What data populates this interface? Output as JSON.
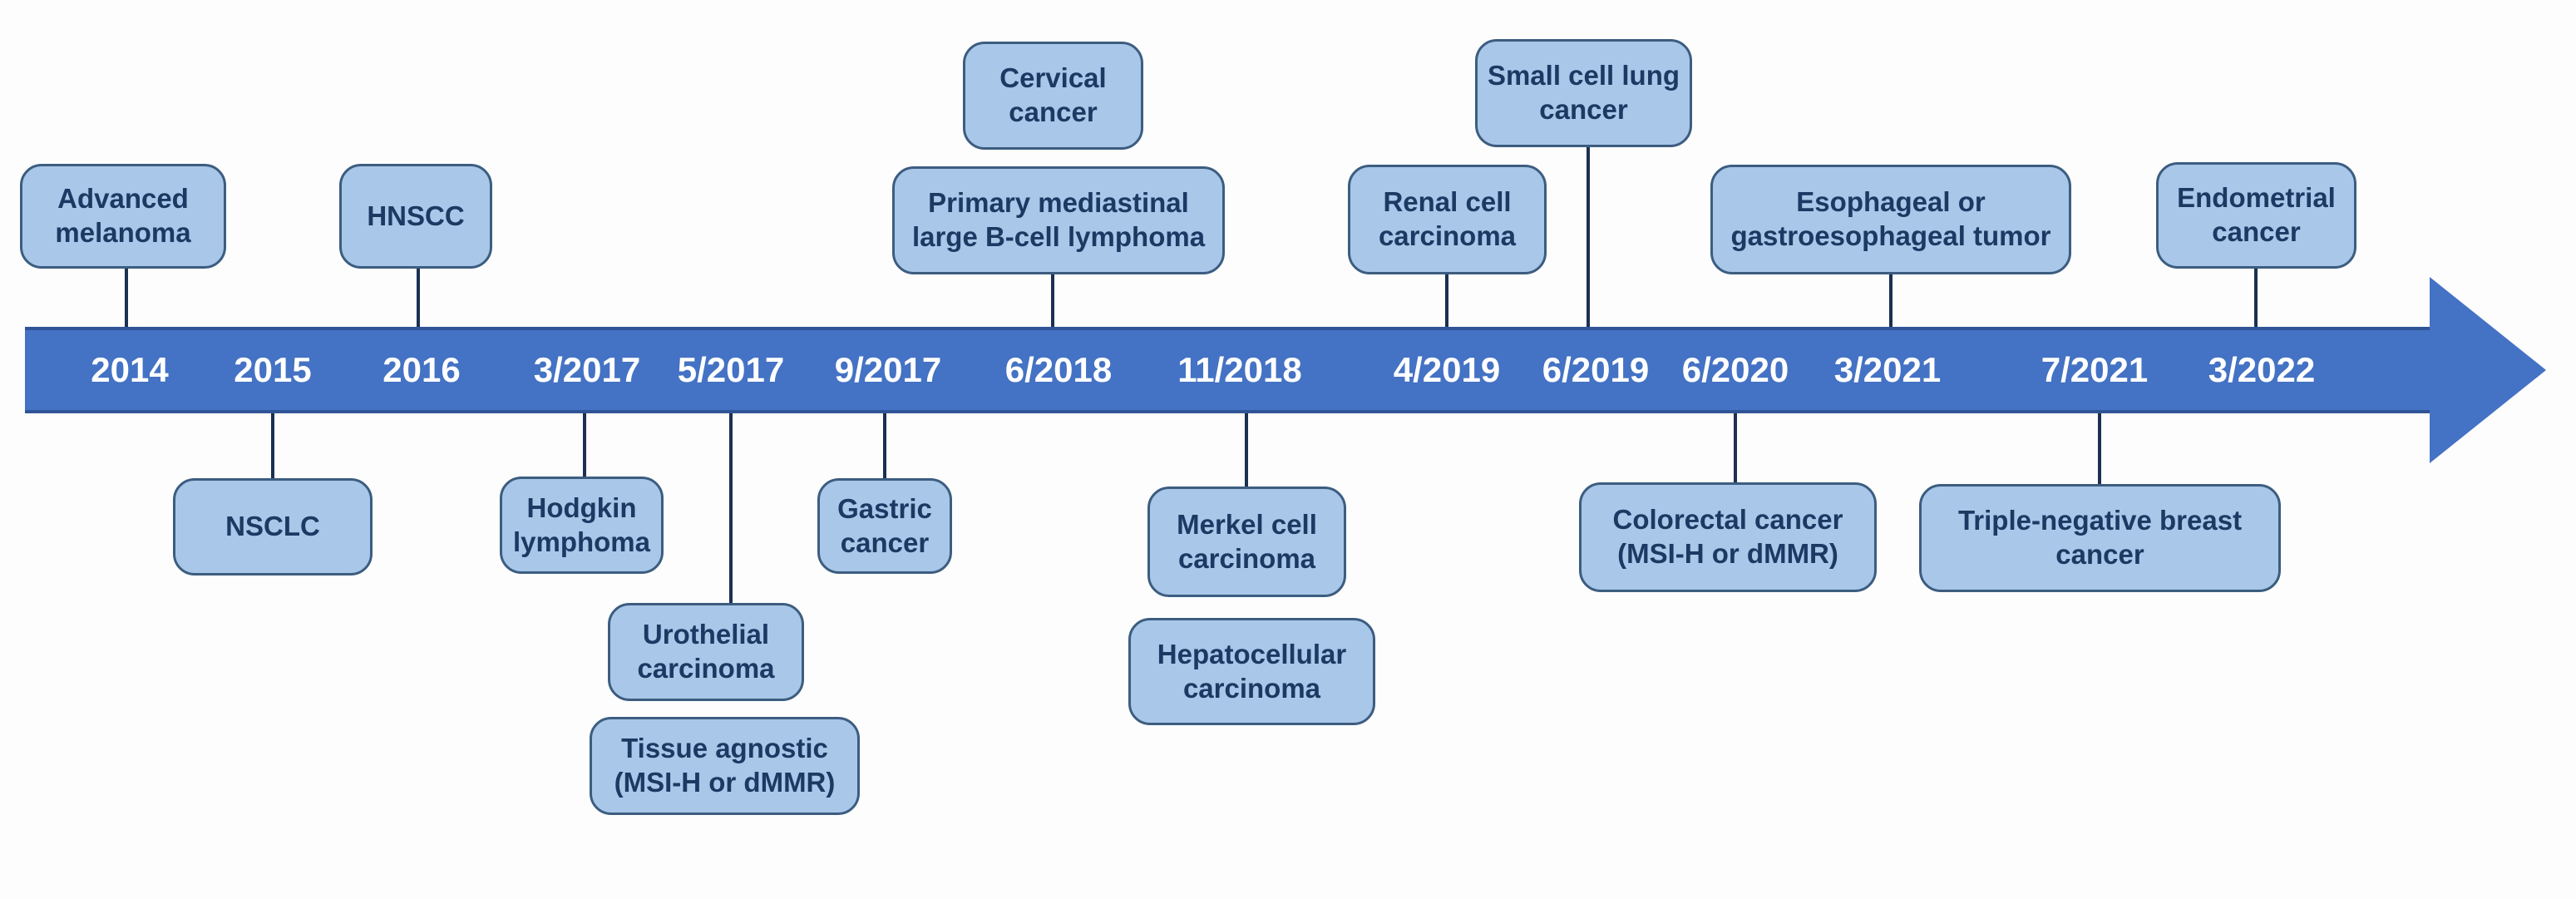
{
  "style": {
    "bar_fill": "#4472c4",
    "bar_border": "#2f5597",
    "box_fill": "#a9c7e8",
    "box_border": "#3c5d80",
    "box_text": "#1b3a63",
    "date_text": "#ffffff",
    "connector": "#1b3052",
    "page_bg": "#fdfdfd"
  },
  "timeline": {
    "dates": [
      "2014",
      "2015",
      "2016",
      "3/2017",
      "5/2017",
      "9/2017",
      "6/2018",
      "11/2018",
      "4/2019",
      "6/2019",
      "6/2020",
      "3/2021",
      "7/2021",
      "3/2022"
    ]
  },
  "events_above": [
    {
      "date": "2014",
      "label": "Advanced\nmelanoma"
    },
    {
      "date": "2016",
      "label": "HNSCC"
    },
    {
      "date": "6/2018",
      "label": "Cervical\ncancer"
    },
    {
      "date": "6/2018",
      "label": "Primary mediastinal\nlarge B-cell lymphoma"
    },
    {
      "date": "4/2019",
      "label": "Renal cell\ncarcinoma"
    },
    {
      "date": "6/2019",
      "label": "Small cell lung\ncancer"
    },
    {
      "date": "3/2021",
      "label": "Esophageal or\ngastroesophageal tumor"
    },
    {
      "date": "3/2022",
      "label": "Endometrial\ncancer"
    }
  ],
  "events_below": [
    {
      "date": "2015",
      "label": "NSCLC"
    },
    {
      "date": "3/2017",
      "label": "Hodgkin\nlymphoma"
    },
    {
      "date": "5/2017",
      "label": "Urothelial\ncarcinoma"
    },
    {
      "date": "5/2017",
      "label": "Tissue agnostic\n(MSI-H or dMMR)"
    },
    {
      "date": "9/2017",
      "label": "Gastric\ncancer"
    },
    {
      "date": "11/2018",
      "label": "Merkel cell\ncarcinoma"
    },
    {
      "date": "11/2018",
      "label": "Hepatocellular\ncarcinoma"
    },
    {
      "date": "6/2020",
      "label": "Colorectal cancer\n(MSI-H or dMMR)"
    },
    {
      "date": "7/2021",
      "label": "Triple-negative breast\ncancer"
    }
  ]
}
